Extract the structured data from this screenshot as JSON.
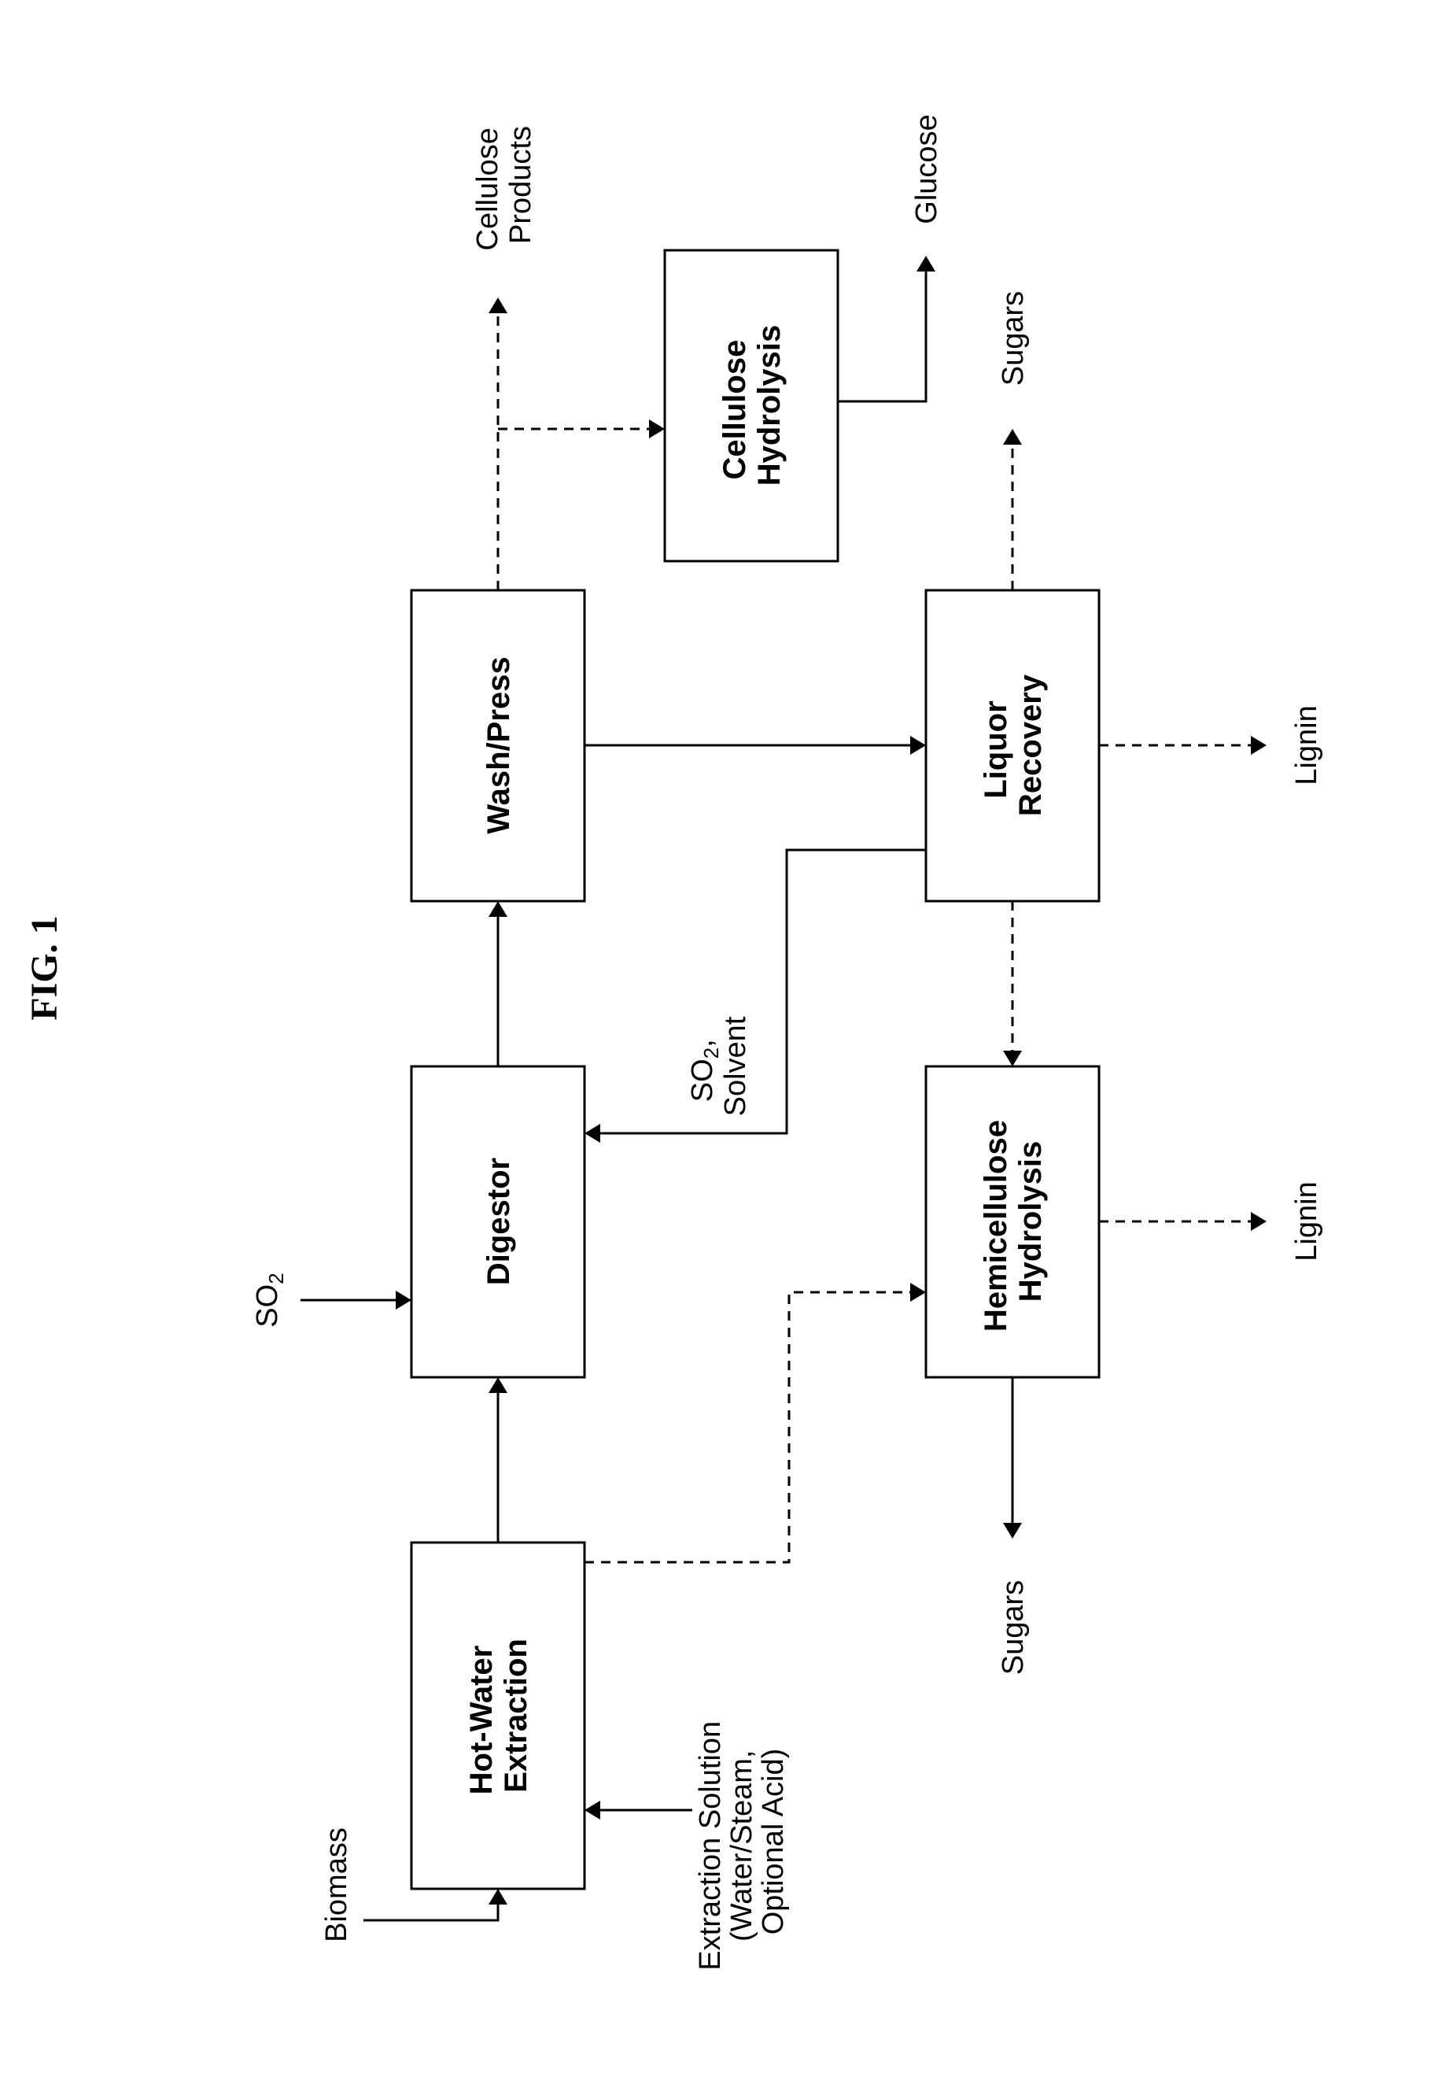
{
  "figure": {
    "title": "FIG. 1"
  },
  "boxes": {
    "hot_water": {
      "line1": "Hot-Water",
      "line2": "Extraction"
    },
    "digestor": {
      "line1": "Digestor"
    },
    "wash_press": {
      "line1": "Wash/Press"
    },
    "cellulose_hydrolysis": {
      "line1": "Cellulose",
      "line2": "Hydrolysis"
    },
    "liquor_recovery": {
      "line1": "Liquor",
      "line2": "Recovery"
    },
    "hemicellulose_hydrolysis": {
      "line1": "Hemicellulose",
      "line2": "Hydrolysis"
    }
  },
  "labels": {
    "biomass": "Biomass",
    "extraction_solution": {
      "line1": "Extraction Solution",
      "line2": "(Water/Steam,",
      "line3": "Optional Acid)"
    },
    "so2_digestor": {
      "main": "SO",
      "sub": "2"
    },
    "so2_solvent": {
      "main": "SO",
      "sub": "2",
      "suffix": ",",
      "line2": "Solvent"
    },
    "cellulose_products": {
      "line1": "Cellulose",
      "line2": "Products"
    },
    "glucose": "Glucose",
    "sugars_liquor": "Sugars",
    "lignin_liquor": "Lignin",
    "lignin_hemi": "Lignin",
    "sugars_hemi": "Sugars"
  }
}
